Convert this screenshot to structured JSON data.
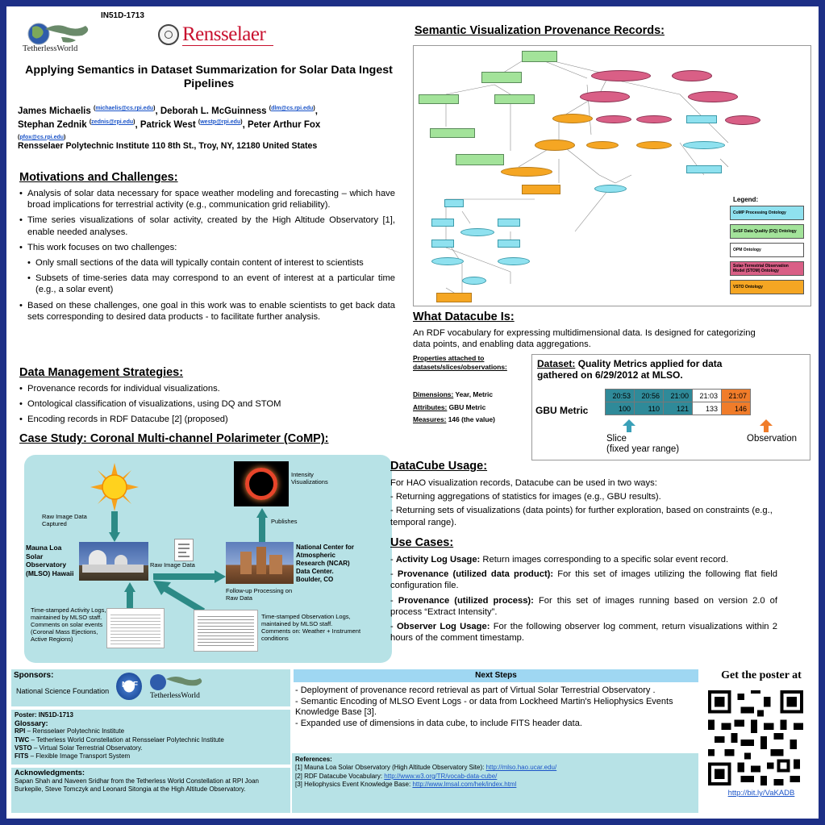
{
  "poster_id": "IN51D-1713",
  "logos": {
    "tw": "TetherlessWorld",
    "rpi": "Rensselaer"
  },
  "title": "Applying Semantics in Dataset Summarization for Solar Data Ingest Pipelines",
  "authors": {
    "a1": "James Michaelis",
    "e1": "michaelis@cs.rpi.edu",
    "a2": "Deborah L. McGuinness",
    "e2": "dlm@cs.rpi.edu",
    "a3": "Stephan Zednik",
    "e3": "zednis@rpi.edu",
    "a4": "Patrick West",
    "e4": "westp@rpi.edu",
    "a5": "Peter Arthur Fox",
    "e5": "pfox@cs.rpi.edu"
  },
  "affiliation": "Rensselaer Polytechnic Institute 110 8th St., Troy, NY, 12180 United States",
  "motivations": {
    "heading": "Motivations and Challenges:",
    "b1": "Analysis of solar data necessary for space weather modeling and forecasting – which have broad implications for terrestrial activity (e.g., communication grid reliability).",
    "b2": "Time series visualizations of solar activity, created by the High Altitude Observatory [1], enable needed analyses.",
    "b3": "This work focuses on two challenges:",
    "s1": "Only small sections of the data will typically contain content of interest to scientists",
    "s2": "Subsets of time-series data may correspond to an event of interest at a particular time (e.g., a solar event)",
    "b4": "Based on these challenges, one goal in this work was to enable scientists to get back data sets corresponding to desired data products - to facilitate further analysis."
  },
  "strategies": {
    "heading": "Data Management Strategies:",
    "b1": "Provenance records for individual visualizations.",
    "b2": "Ontological classification of visualizations, using DQ and STOM",
    "b3": "Encoding records in RDF Datacube [2] (proposed)"
  },
  "case_study": {
    "heading": "Case Study: Coronal Multi-channel Polarimeter (CoMP):",
    "intensity": "Intensity Visualizations",
    "raw_captured": "Raw Image Data Captured",
    "publishes": "Publishes",
    "mlso": "Mauna Loa Solar Observatory (MLSO) Hawaii",
    "raw_image": "Raw Image Data",
    "ncar": "National Center for Atmospheric Research (NCAR) Data Center. Boulder, CO",
    "followup": "Follow-up Processing on Raw Data",
    "activity_logs": "Time-stamped Activity Logs, maintained by MLSO staff. Comments on solar events (Coronal Mass Ejections, Active Regions)",
    "obs_logs": "Time-stamped Observation Logs, maintained by MLSO staff. Comments on: Weather + Instrument conditions"
  },
  "provenance": {
    "heading": "Semantic Visualization Provenance Records:",
    "legend_title": "Legend:",
    "legend": [
      {
        "label": "CoMP Processing Ontology",
        "color": "#8fe1ef"
      },
      {
        "label": "SeSF Data Quality (DQ) Ontology",
        "color": "#a3e39a"
      },
      {
        "label": "OPM Ontology",
        "color": "#ffffff"
      },
      {
        "label": "Solar-Terrestrial Observation Model (STOM) Ontology",
        "color": "#d95f86"
      },
      {
        "label": "VSTO Ontology",
        "color": "#f5a623"
      }
    ]
  },
  "datacube": {
    "heading": "What Datacube Is:",
    "desc": "An RDF vocabulary for expressing multidimensional data.  Is designed for categorizing data points, and enabling data aggregations.",
    "props_label": "Properties attached to datasets/slices/observations:",
    "dim_label": "Dimensions:",
    "dim_val": "Year, Metric",
    "attr_label": "Attributes:",
    "attr_val": "GBU Metric",
    "meas_label": "Measures:",
    "meas_val": "146 (the value)",
    "dataset_label": "Dataset:",
    "dataset_title": "Quality Metrics applied for data gathered on 6/29/2012 at MLSO.",
    "row_label": "GBU Metric",
    "times": [
      "20:53",
      "20:56",
      "21:00",
      "21:03",
      "21:07"
    ],
    "values": [
      "100",
      "110",
      "121",
      "133",
      "146"
    ],
    "slice": "Slice",
    "slice_sub": "(fixed year range)",
    "observation": "Observation"
  },
  "usage": {
    "heading": "DataCube Usage:",
    "p1": "For HAO visualization records, Datacube can be used in two ways:",
    "p2": "-  Returning aggregations of statistics for images (e.g., GBU results).",
    "p3": "- Returning sets of visualizations (data points) for further exploration, based on constraints (e.g., temporal range)."
  },
  "use_cases": {
    "heading": "Use Cases:",
    "c1_label": "Activity Log Usage:",
    "c1_text": "Return images corresponding to a specific solar event record.",
    "c2_label": "Provenance (utilized data product):",
    "c2_text": "For this set of images utilizing the following flat field configuration file.",
    "c3_label": "Provenance (utilized process):",
    "c3_text": "For this set of images running based on version 2.0 of process “Extract Intensity”.",
    "c4_label": "Observer Log Usage:",
    "c4_text": "For the following observer log comment, return visualizations within 2 hours of the comment timestamp."
  },
  "footer": {
    "sponsors_label": "Sponsors:",
    "nsf": "National Science Foundation",
    "poster_label": "Poster:",
    "poster_id": "IN51D-1713",
    "glossary_label": "Glossary:",
    "g1k": "RPI",
    "g1v": "Rensselaer Polytechnic Institute",
    "g2k": "TWC",
    "g2v": "Tetherless World Constellation at Rensselaer Polytechnic Institute",
    "g3k": "VSTO",
    "g3v": "Virtual Solar Terrestrial Observatory.",
    "g4k": "FITS",
    "g4v": "Flexible Image Transport System",
    "ack_label": "Acknowledgments:",
    "ack": "Sapan Shah and Naveen Sridhar from the Tetherless World Constellation at RPI Joan Burkepile, Steve Tomczyk and Leonard Sitongia at the High Altitude Observatory.",
    "next_label": "Next Steps",
    "n1": "- Deployment of provenance record retrieval as part of Virtual Solar Terrestrial Observatory .",
    "n2": "- Semantic Encoding of MLSO Event Logs - or data from Lockheed Martin's Heliophysics Events Knowledge Base [3].",
    "n3": "- Expanded use of dimensions in data cube, to include FITS header data.",
    "ref_label": "References:",
    "r1": "[1] Mauna Loa Solar Observatory (High Altitude Observatory Site):",
    "r1u": "http://mlso.hao.ucar.edu/",
    "r2": "[2] RDF Datacube Vocabulary:",
    "r2u": "http://www.w3.org/TR/vocab-data-cube/",
    "r3": "[3] Heliophysics Event Knowledge Base:",
    "r3u": "http://www.lmsal.com/hek/index.html",
    "get_poster": "Get the poster at",
    "short_url": "http://bit.ly/VaKADB"
  }
}
